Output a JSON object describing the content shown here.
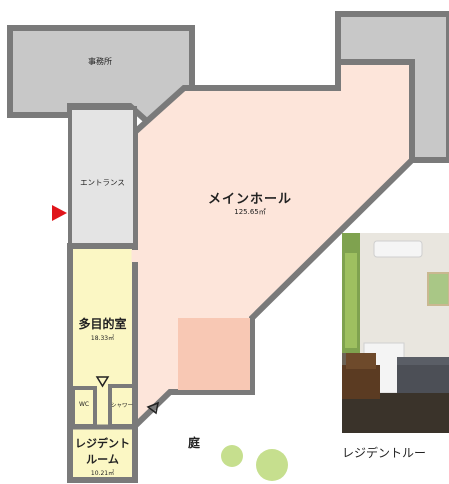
{
  "rooms": {
    "office": {
      "name": "事務所"
    },
    "entrance": {
      "name": "エントランス"
    },
    "main_hall": {
      "name": "メインホール",
      "area": "125.65㎡"
    },
    "multipurpose": {
      "name": "多目的室",
      "area": "18.33㎡"
    },
    "wc": {
      "name": "WC"
    },
    "shower": {
      "name": "シャワー"
    },
    "resident_room": {
      "name_line1": "レジデント",
      "name_line2": "ルーム",
      "area": "10.21㎡"
    }
  },
  "garden": {
    "label": "庭"
  },
  "photo": {
    "caption": "レジデントルー"
  },
  "colors": {
    "wall": "#7a7a7a",
    "office_fill": "#c8c8c8",
    "entrance_fill": "#e4e4e4",
    "main_hall_fill": "#fde5da",
    "accent_square": "#f8c8b4",
    "multipurpose_fill": "#fbf7c4",
    "garden_circles": "#c6df8e",
    "entrance_arrow": "#e0151b"
  }
}
